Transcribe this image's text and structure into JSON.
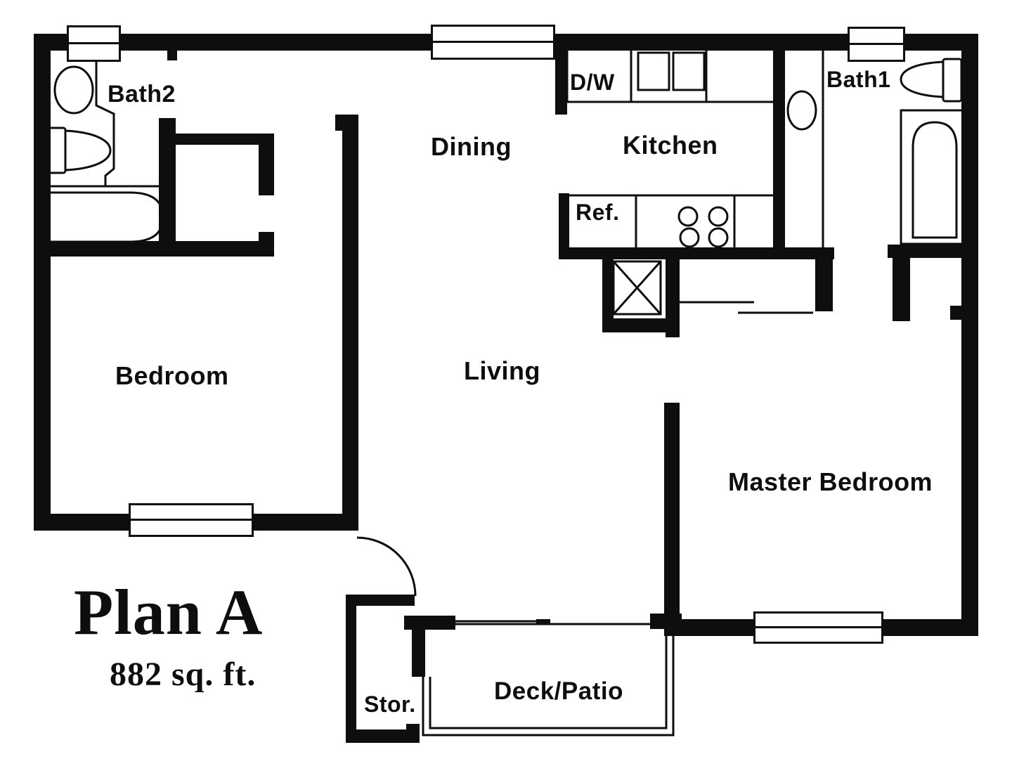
{
  "plan": {
    "title": "Plan A",
    "area": "882 sq. ft."
  },
  "rooms": {
    "bath2": "Bath2",
    "dining": "Dining",
    "kitchen": "Kitchen",
    "bath1": "Bath1",
    "bedroom": "Bedroom",
    "living": "Living",
    "master_bedroom": "Master Bedroom",
    "storage": "Stor.",
    "deck": "Deck/Patio"
  },
  "appliances": {
    "dishwasher": "D/W",
    "refrigerator": "Ref."
  },
  "fixtures": {
    "bath2": [
      "sink",
      "toilet",
      "bathtub",
      "window"
    ],
    "bath1": [
      "sink",
      "toilet",
      "bathtub",
      "window"
    ],
    "kitchen": [
      "dishwasher",
      "double-sink",
      "range-burners",
      "refrigerator",
      "water-heater"
    ],
    "entry": [
      "door-swing"
    ],
    "living": [
      "sliding-door"
    ]
  },
  "colors": {
    "ink": "#0e0e0e",
    "paper": "#ffffff"
  }
}
